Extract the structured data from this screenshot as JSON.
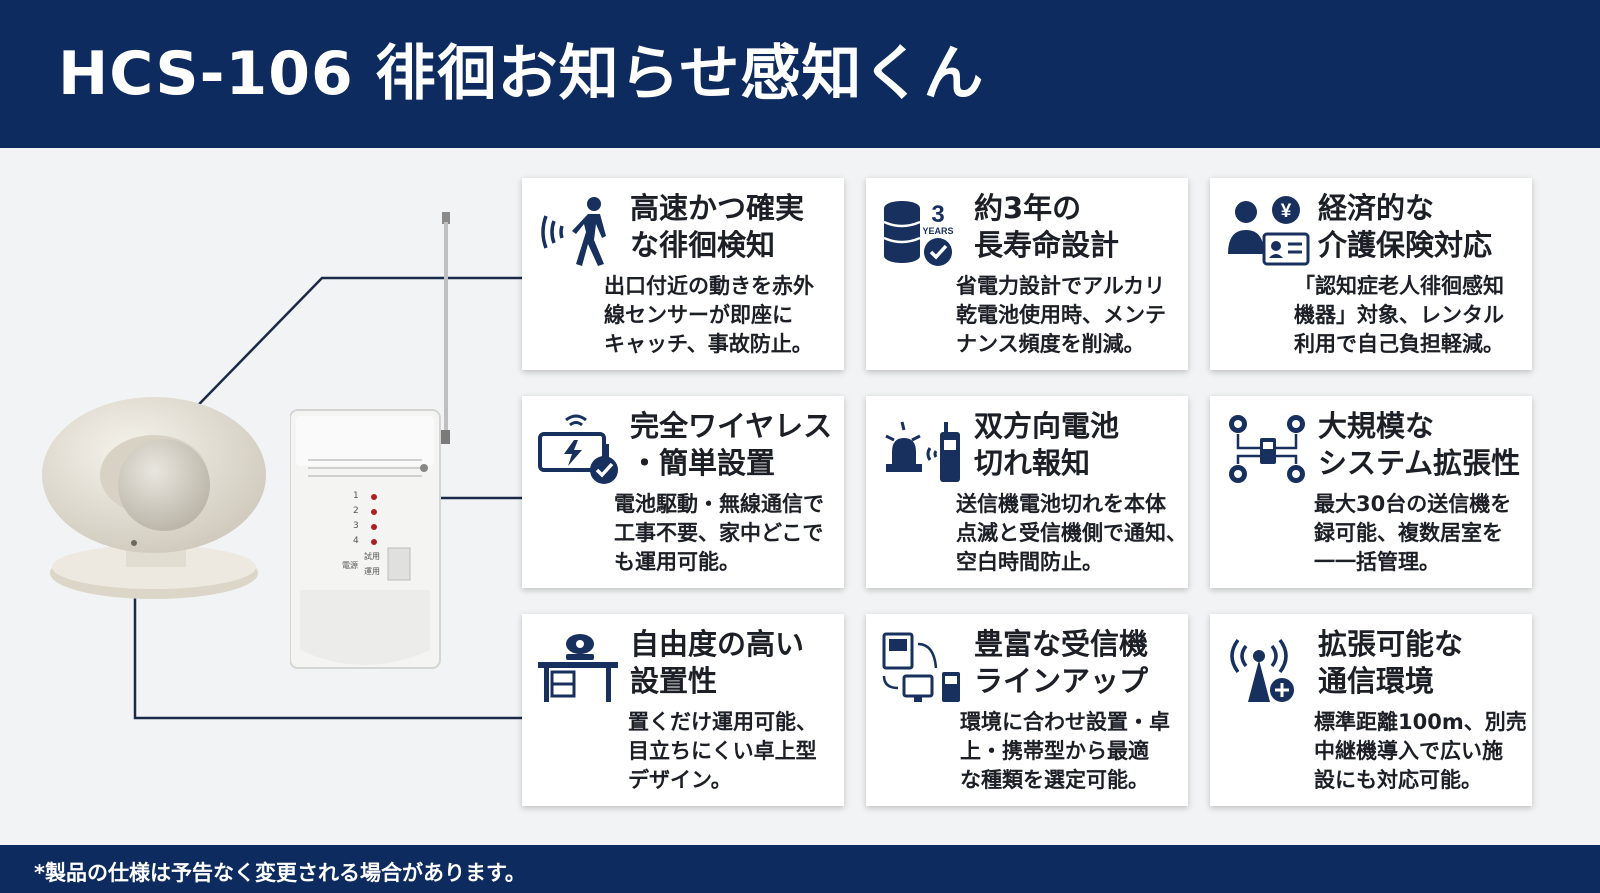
{
  "header": {
    "title": "HCS-106 徘徊お知らせ感知くん"
  },
  "footer": {
    "note": "*製品の仕様は予告なく変更される場合があります。"
  },
  "device": {
    "led_numbers": [
      "1",
      "2",
      "3",
      "4"
    ],
    "switch_labels": [
      "試用",
      "運用",
      "電源"
    ]
  },
  "cards": [
    {
      "icon": "walking-person-sensor-icon",
      "title": [
        "高速かつ確実",
        "な徘徊検知"
      ],
      "body": [
        "出口付近の動きを赤外",
        "線センサーが即座に",
        "キャッチ、事故防止。"
      ]
    },
    {
      "icon": "battery-3-years-icon",
      "icon_text": "3",
      "icon_subtext": "YEARS",
      "title": [
        "約3年の",
        "長寿命設計"
      ],
      "body": [
        "省電力設計でアルカリ",
        "乾電池使用時、メンテ",
        "ナンス頻度を削減。"
      ]
    },
    {
      "icon": "caregiver-yen-card-icon",
      "icon_text": "¥",
      "title": [
        "経済的な",
        "介護保険対応"
      ],
      "body": [
        "「認知症老人徘徊感知",
        "機器」対象、レンタル",
        "利用で自己負担軽減。"
      ]
    },
    {
      "icon": "wireless-battery-check-icon",
      "title": [
        "完全ワイヤレス",
        "・簡単設置"
      ],
      "body": [
        "電池駆動・無線通信で",
        "工事不要、家中どこで",
        "も運用可能。"
      ]
    },
    {
      "icon": "alarm-transmitter-icon",
      "title": [
        "双方向電池",
        "切れ報知"
      ],
      "body": [
        "送信機電池切れを本体",
        "点滅と受信機側で通知、",
        "空白時間防止。"
      ]
    },
    {
      "icon": "network-sensors-icon",
      "title": [
        "大規模な",
        "システム拡張性"
      ],
      "body": [
        "最大30台の送信機を",
        "録可能、複数居室を",
        "一一括管理。"
      ]
    },
    {
      "icon": "desk-sensor-icon",
      "title": [
        "自由度の高い",
        "設置性"
      ],
      "body": [
        "置くだけ運用可能、",
        "目立ちにくい卓上型",
        "デザイン。"
      ]
    },
    {
      "icon": "receiver-lineup-icon",
      "title": [
        "豊富な受信機",
        "ラインアップ"
      ],
      "body": [
        "環境に合わせ設置・卓",
        "上・携帯型から最適",
        "な種類を選定可能。"
      ]
    },
    {
      "icon": "antenna-expand-icon",
      "title": [
        "拡張可能な",
        "通信環境"
      ],
      "body": [
        "標準距離100m、別売",
        "中継機導入で広い施",
        "設にも対応可能。"
      ]
    }
  ]
}
